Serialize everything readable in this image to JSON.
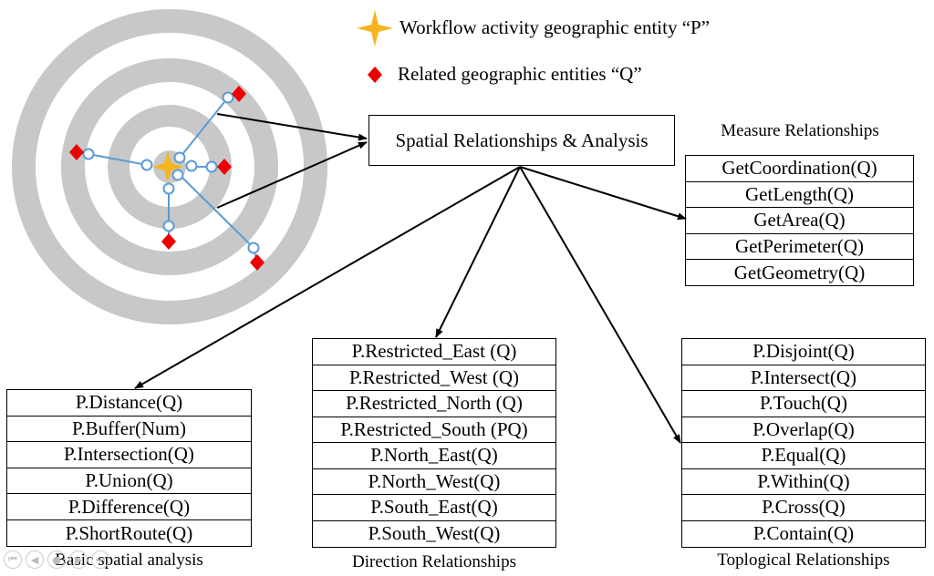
{
  "legend": {
    "p_label": "Workflow activity geographic entity “P”",
    "q_label": "Related geographic entities “Q”"
  },
  "center": {
    "label": "Spatial Relationships & Analysis"
  },
  "measure": {
    "title": "Measure Relationships",
    "items": [
      "GetCoordination(Q)",
      "GetLength(Q)",
      "GetArea(Q)",
      "GetPerimeter(Q)",
      "GetGeometry(Q)"
    ]
  },
  "basic": {
    "title": "Basic spatial analysis",
    "items": [
      "P.Distance(Q)",
      "P.Buffer(Num)",
      "P.Intersection(Q)",
      "P.Union(Q)",
      "P.Difference(Q)",
      "P.ShortRoute(Q)"
    ]
  },
  "direction": {
    "title": "Direction Relationships",
    "items": [
      "P.Restricted_East (Q)",
      "P.Restricted_West (Q)",
      "P.Restricted_North (Q)",
      "P.Restricted_South (PQ)",
      "P.North_East(Q)",
      "P.North_West(Q)",
      "P.South_East(Q)",
      "P.South_West(Q)"
    ]
  },
  "topological": {
    "title": "Toplogical Relationships",
    "items": [
      "P.Disjoint(Q)",
      "P.Intersect(Q)",
      "P.Touch(Q)",
      "P.Overlap(Q)",
      "P.Equal(Q)",
      "P.Within(Q)",
      "P.Cross(Q)",
      "P.Contain(Q)"
    ]
  },
  "colors": {
    "ring": "#c8c8c8",
    "star": "#f5b520",
    "diamond": "#ee0000",
    "connector": "#5b9bd5"
  },
  "icons": {
    "p_marker": "four-point-star-icon",
    "q_marker": "diamond-icon"
  },
  "nav_icons": [
    "first-icon",
    "prev-icon",
    "home-icon",
    "next-icon",
    "last-icon"
  ]
}
